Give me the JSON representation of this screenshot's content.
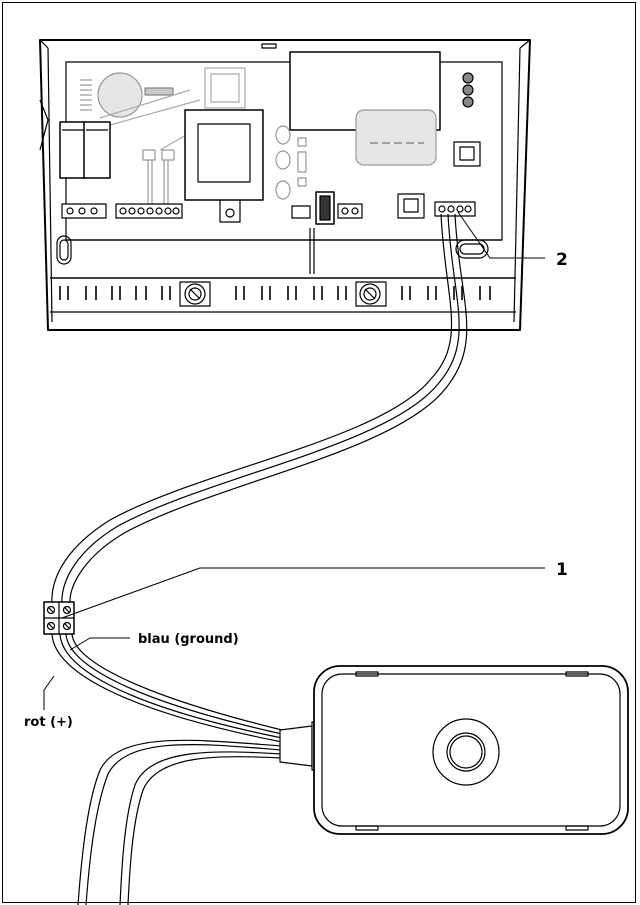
{
  "labels": {
    "callout_1": "1",
    "callout_2": "2",
    "wire_blue": "blau (ground)",
    "wire_red": "rot (+)"
  },
  "colors": {
    "line": "#000000",
    "fill_light": "#e6e6e6",
    "fill_mid": "#c8c8c8",
    "background": "#ffffff"
  }
}
